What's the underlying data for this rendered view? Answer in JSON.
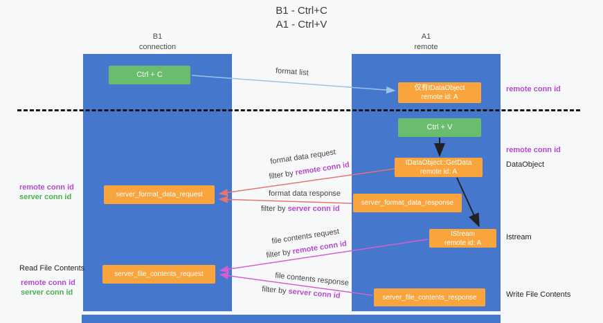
{
  "title": {
    "line1": "B1 - Ctrl+C",
    "line2": "A1 - Ctrl+V"
  },
  "columns": {
    "left": {
      "name": "B1",
      "role": "connection"
    },
    "right": {
      "name": "A1",
      "role": "remote"
    }
  },
  "boxes": {
    "ctrl_c": "Ctrl + C",
    "ctrl_v": "Ctrl + V",
    "idataobject": {
      "line1": "仅有IDataObject",
      "line2": "remote id: A"
    },
    "getdata": {
      "line1": "IDataObject::GetData",
      "line2": "remote id: A"
    },
    "istream": {
      "line1": "IStream",
      "line2": "remote id: A"
    },
    "format_request": "server_format_data_request",
    "format_response": "server_format_data_response",
    "file_request": "server_file_contents_request",
    "file_response": "server_file_contents_response"
  },
  "arrow_labels": {
    "format_list": "format list",
    "format_data_request": "format data request",
    "format_data_response": "format data response",
    "file_contents_request": "file contents request",
    "file_contents_response": "file contents response",
    "filter_by": "filter by ",
    "remote_conn_id": "remote conn id",
    "server_conn_id": "server conn id"
  },
  "side_labels": {
    "remote_conn_id": "remote conn id",
    "server_conn_id": "server conn id",
    "dataobject": "DataObject",
    "istream": "Istream",
    "read_file_contents": "Read File Contents",
    "write_file_contents": "Write File Contents"
  },
  "colors": {
    "lifeline_blue": "#4577cd",
    "box_green": "#6abd6d",
    "box_orange": "#f9a43d",
    "arrow_blue": "#9dc3e6",
    "arrow_red": "#e8736f",
    "arrow_magenta": "#d35fd3",
    "accent_purple": "#b44ace",
    "accent_green": "#4caf50"
  }
}
